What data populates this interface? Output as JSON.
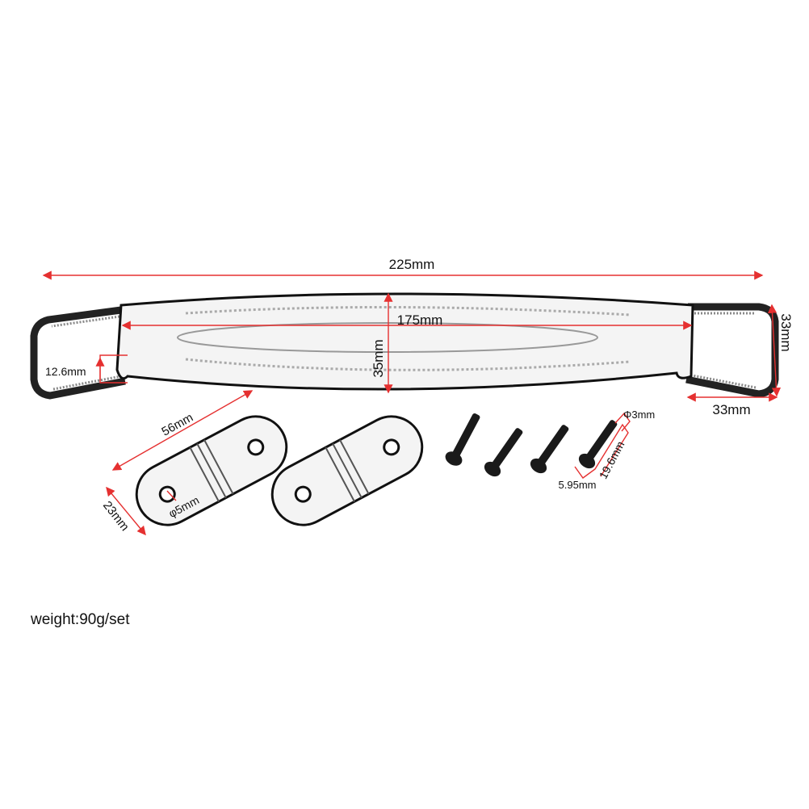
{
  "dimensions": {
    "overall_length": "225mm",
    "strap_length": "175mm",
    "strap_width": "35mm",
    "slot_height": "12.6mm",
    "loop_height": "33mm",
    "loop_width": "33mm",
    "bracket_length": "56mm",
    "bracket_width": "23mm",
    "bracket_hole": "φ5mm",
    "screw_diameter": "Φ3mm",
    "screw_length": "19.6mm",
    "screw_head": "5.95mm"
  },
  "weight": "weight:90g/set",
  "colors": {
    "dimension_line": "#e53030",
    "outline": "#111111"
  }
}
